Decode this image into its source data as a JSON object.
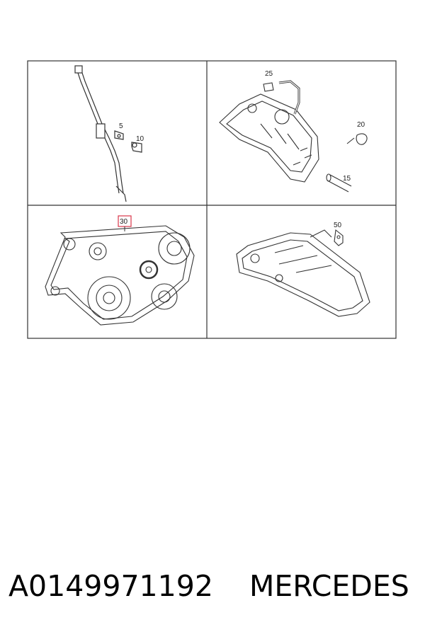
{
  "callouts": {
    "p5": "5",
    "p10": "10",
    "p25": "25",
    "p20": "20",
    "p15": "15",
    "p30": "30",
    "p50": "50"
  },
  "footer": {
    "part_number": "A0149971192",
    "brand": "MERCEDES"
  },
  "colors": {
    "line": "#333333",
    "highlight_box": "#d9364a",
    "background": "#ffffff"
  }
}
